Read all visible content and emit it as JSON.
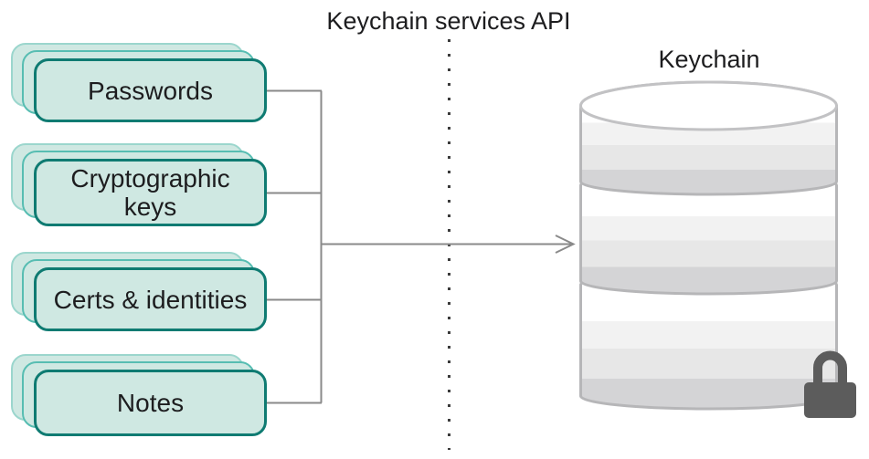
{
  "title": "Keychain services API",
  "keychain": {
    "label": "Keychain",
    "icon": "database-icon",
    "security_icon": "lock-icon"
  },
  "cards": [
    {
      "label": "Passwords"
    },
    {
      "label": "Cryptographic keys"
    },
    {
      "label": "Certs & identities"
    },
    {
      "label": "Notes"
    }
  ],
  "colors": {
    "background": "#ffffff",
    "card_fill": "#cfe8e2",
    "card_border_front": "#0f7b72",
    "card_border_middle": "#57bdb2",
    "card_border_back": "#9bd6cd",
    "connector": "#8a8a8a",
    "dotted_line": "#3b3b3b",
    "text": "#1d1d1f",
    "disk_outline": "#b6b6b8",
    "disk_face": "#ffffff",
    "disk_band_light": "#f2f2f2",
    "disk_band_mid": "#e7e7e7",
    "disk_band_dark": "#d4d4d6",
    "lock": "#5c5c5c"
  }
}
